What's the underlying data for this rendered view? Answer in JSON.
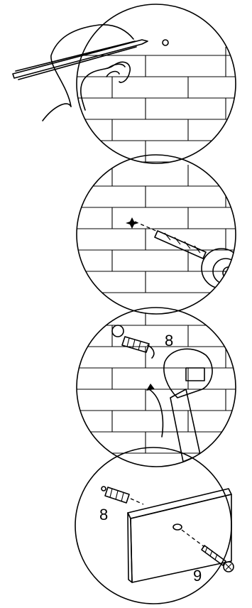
{
  "steps": [
    {
      "icon": "pencil-marking-icon"
    },
    {
      "icon": "drill-icon"
    },
    {
      "icon": "hammer-dowel-icon"
    },
    {
      "icon": "shelf-screw-icon"
    }
  ],
  "labels": {
    "dowel_part": "8",
    "panel_dowel_part": "8",
    "screw_part": "9"
  },
  "colors": {
    "line": "#000000",
    "background": "#ffffff"
  }
}
